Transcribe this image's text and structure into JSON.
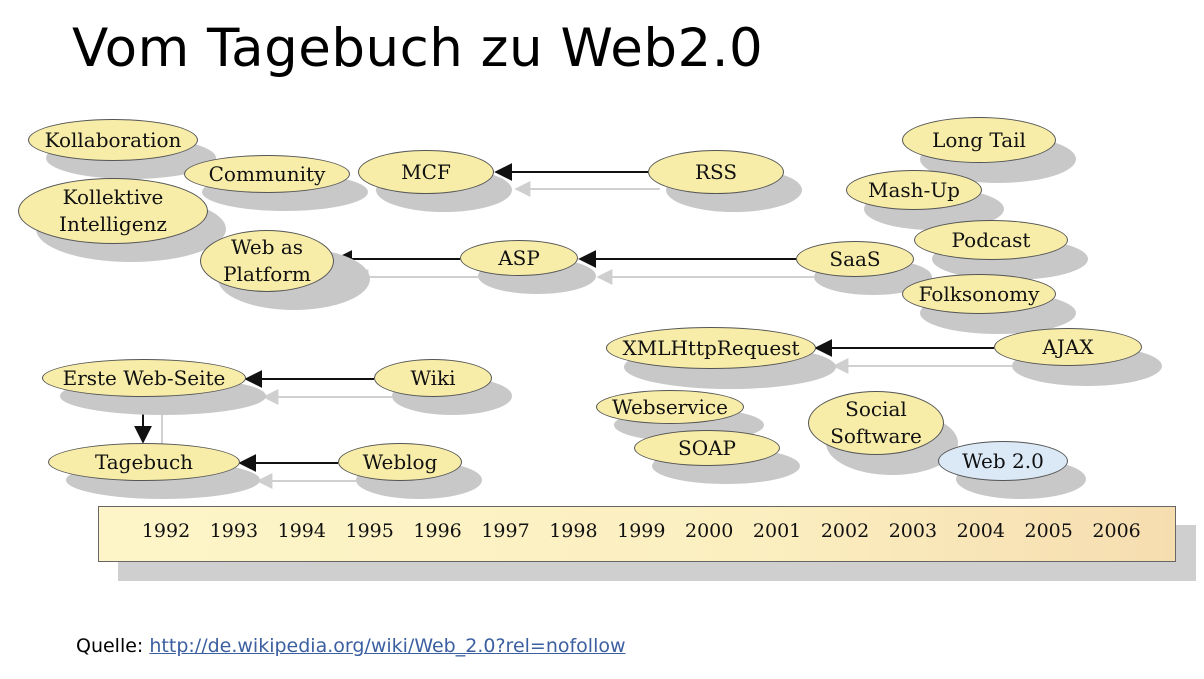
{
  "title": "Vom Tagebuch zu Web2.0",
  "nodes": {
    "kollaboration": "Kollaboration",
    "community": "Community",
    "kollektive_intelligenz": "Kollektive\nIntelligenz",
    "mcf": "MCF",
    "rss": "RSS",
    "web_as_platform": "Web as\nPlatform",
    "asp": "ASP",
    "saas": "SaaS",
    "long_tail": "Long Tail",
    "mash_up": "Mash-Up",
    "podcast": "Podcast",
    "folksonomy": "Folksonomy",
    "xmlhttprequest": "XMLHttpRequest",
    "ajax": "AJAX",
    "erste_web_seite": "Erste Web-Seite",
    "wiki": "Wiki",
    "tagebuch": "Tagebuch",
    "weblog": "Weblog",
    "webservice": "Webservice",
    "soap": "SOAP",
    "social_software": "Social\nSoftware",
    "web20": "Web 2.0"
  },
  "timeline": {
    "years": [
      "1992",
      "1993",
      "1994",
      "1995",
      "1996",
      "1997",
      "1998",
      "1999",
      "2000",
      "2001",
      "2002",
      "2003",
      "2004",
      "2005",
      "2006"
    ]
  },
  "source": {
    "label": "Quelle:",
    "link_text": "http://de.wikipedia.org/wiki/Web_2.0?rel=nofollow"
  },
  "colors": {
    "node_fill": "#f7eda8",
    "highlight_fill": "#dbe9f6",
    "link": "#3b5fa0"
  }
}
